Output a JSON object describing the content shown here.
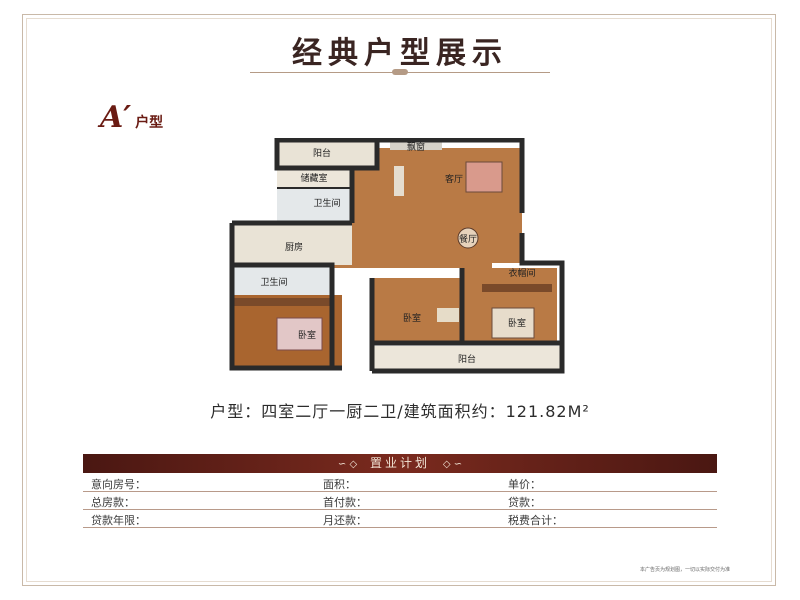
{
  "page": {
    "title": "经典户型展示",
    "unit_label": "A′",
    "unit_suffix": "户型",
    "spec": "户型：四室二厅一厨二卫/建筑面积约：121.82M²",
    "footnote": "本广告页为规划图，一切以实际交付为准"
  },
  "floorplan": {
    "rooms": [
      "阳台",
      "储藏室",
      "卫生间",
      "厨房",
      "卫生间",
      "卧室",
      "飘窗",
      "客厅",
      "餐厅",
      "卧室",
      "衣帽间",
      "卧室",
      "阳台"
    ]
  },
  "plan_form": {
    "heading": "置业计划",
    "deco_left": "∽ ◇",
    "deco_right": "◇ ∽",
    "rows": [
      [
        "意向房号：",
        "面积：",
        "单价："
      ],
      [
        "总房款：",
        "首付款：",
        "贷款："
      ],
      [
        "贷款年限：",
        "月还款：",
        "税费合计："
      ]
    ]
  },
  "colors": {
    "accent": "#6a1b13",
    "banner": "#5a1d16",
    "floor": "#b97a45",
    "tile": "#e9e3d6"
  }
}
